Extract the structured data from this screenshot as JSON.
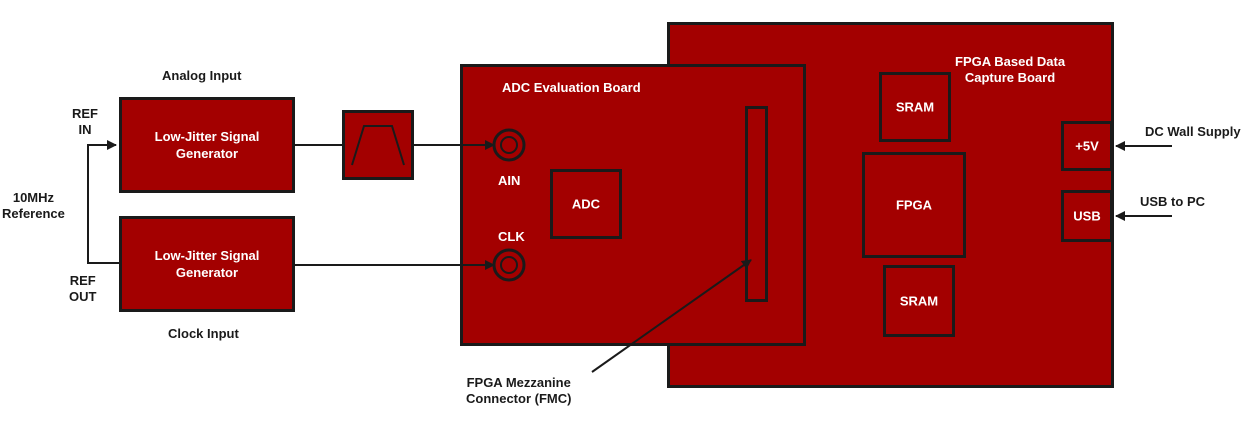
{
  "labels": {
    "analog_input": "Analog Input",
    "clock_input": "Clock Input",
    "ref_in": "REF\nIN",
    "ref_out": "REF\nOUT",
    "ten_mhz": "10MHz\nReference",
    "fmc": "FPGA Mezzanine\nConnector (FMC)",
    "dc_wall_supply": "DC Wall Supply",
    "usb_to_pc": "USB to PC"
  },
  "blocks": {
    "gen_analog": "Low-Jitter Signal\nGenerator",
    "gen_clock": "Low-Jitter Signal\nGenerator",
    "adc_board_title": "ADC Evaluation Board",
    "adc": "ADC",
    "ain": "AIN",
    "clk": "CLK",
    "fpga_board_title": "FPGA Based Data\nCapture Board",
    "sram_top": "SRAM",
    "fpga": "FPGA",
    "sram_bottom": "SRAM",
    "plus5v": "+5V",
    "usb": "USB"
  },
  "colors": {
    "block_fill": "#a30000",
    "outline": "#1a1a1a"
  }
}
